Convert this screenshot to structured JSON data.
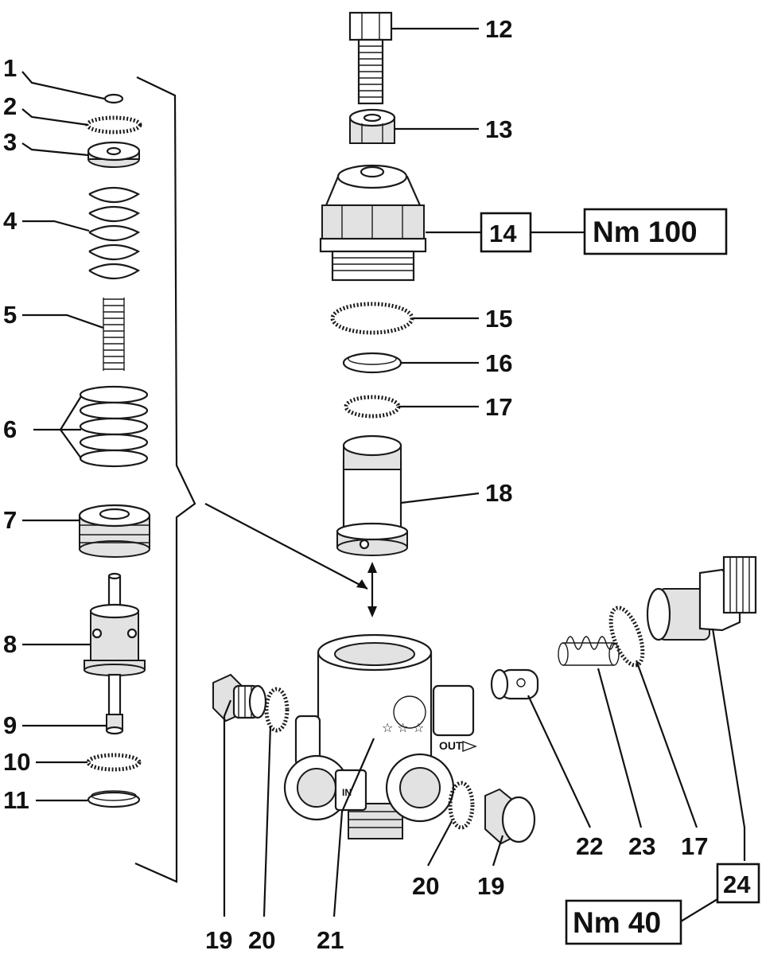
{
  "callouts": [
    "1",
    "2",
    "3",
    "4",
    "5",
    "6",
    "7",
    "8",
    "9",
    "10",
    "11",
    "12",
    "13",
    "14",
    "15",
    "16",
    "17",
    "18",
    "19",
    "20",
    "21",
    "19",
    "20",
    "22",
    "23",
    "17",
    "24"
  ],
  "torque": {
    "part_14": "Nm 100",
    "part_24": "Nm 40"
  },
  "body_markings": {
    "in": "IN",
    "out": "OUT"
  },
  "colors": {
    "ink": "#111111",
    "background": "#ffffff"
  }
}
